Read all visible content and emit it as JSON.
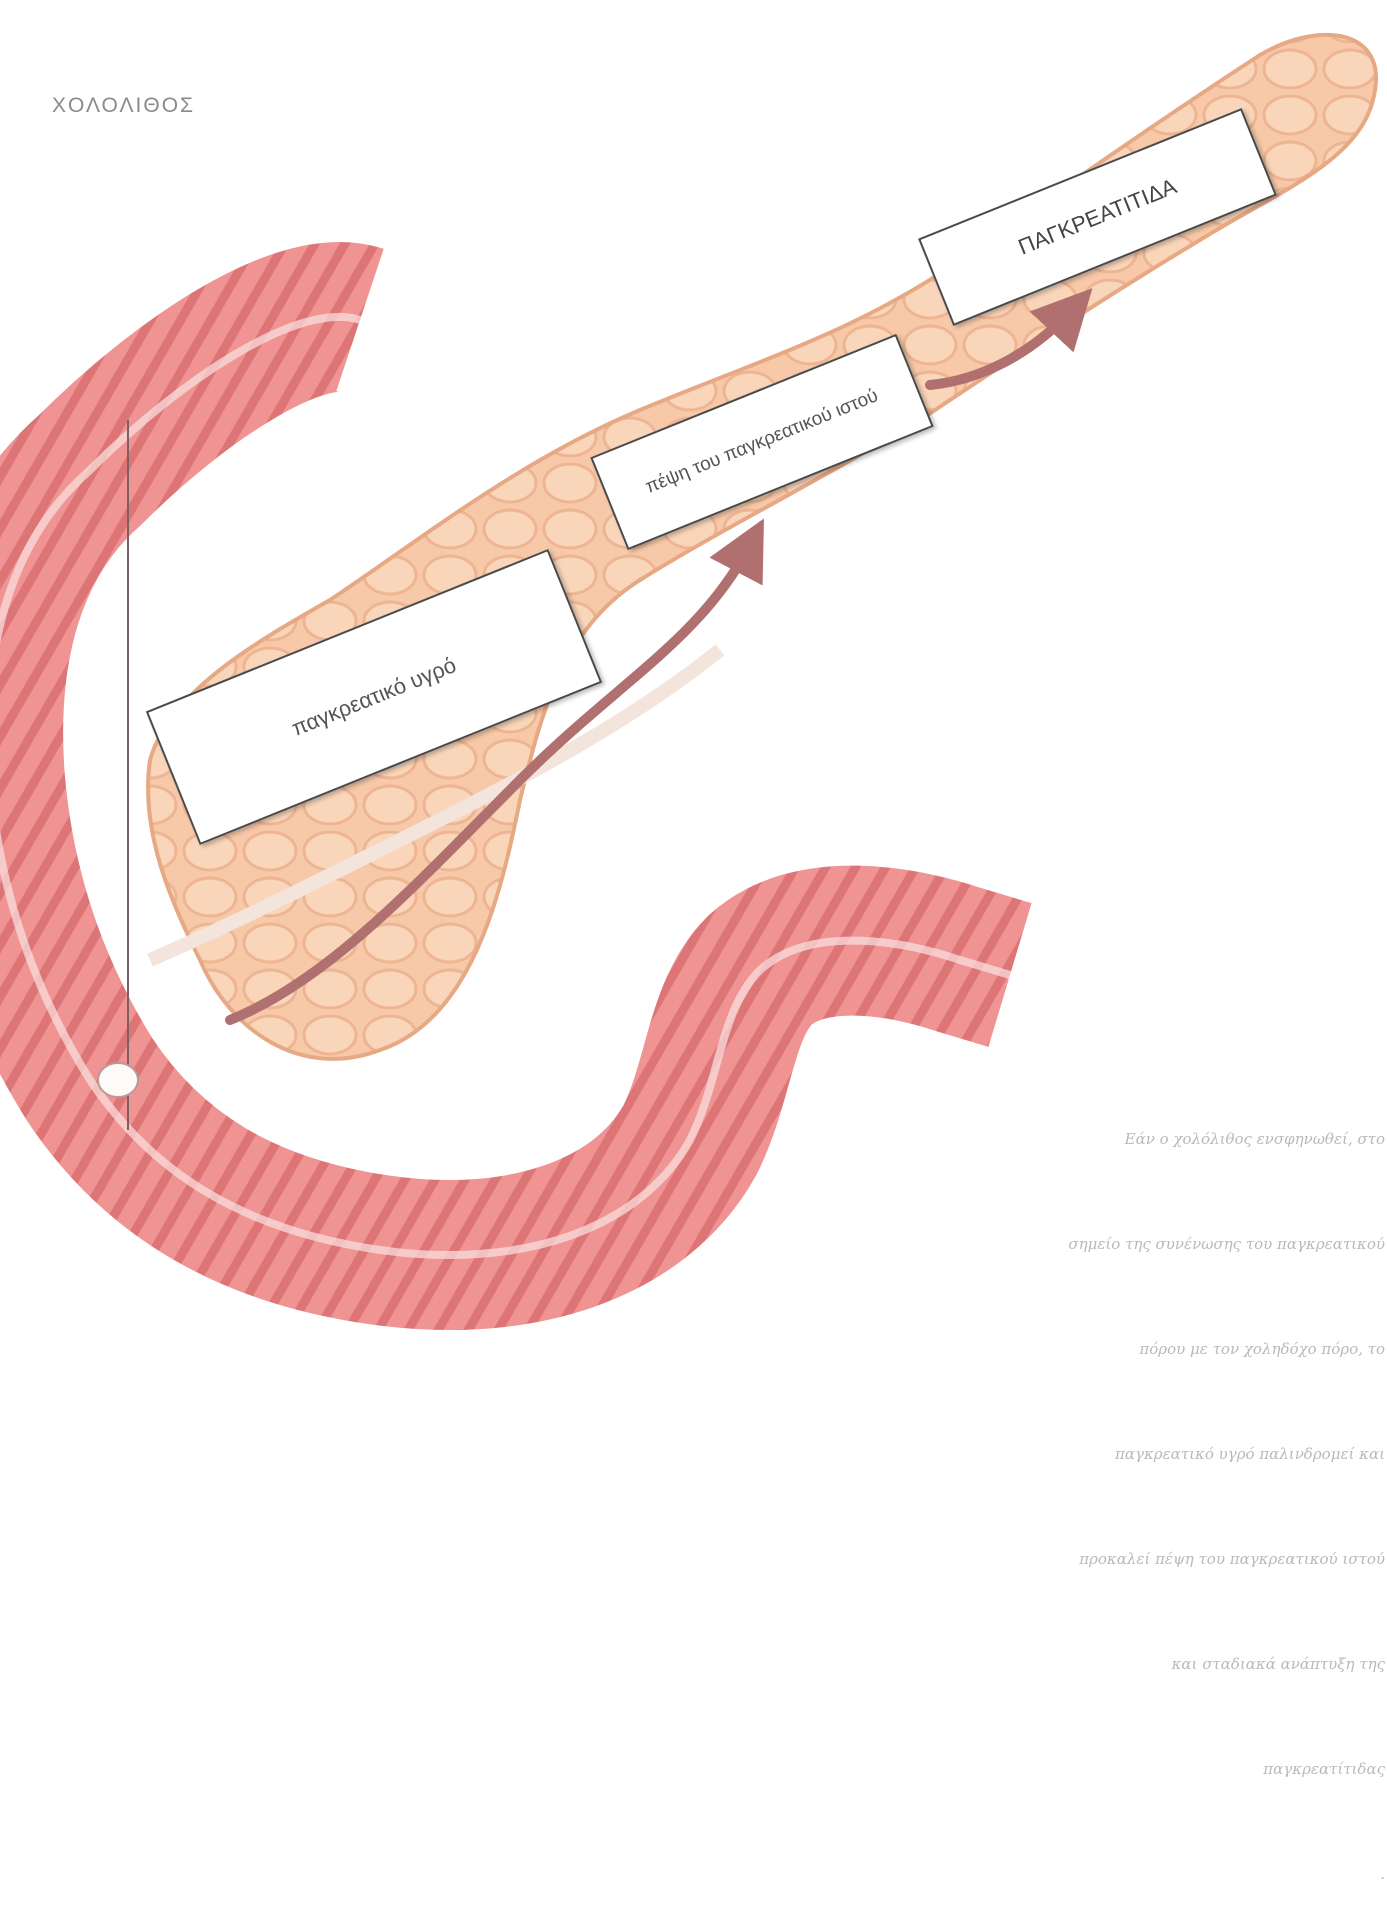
{
  "title": "ΧΟΛΟΛΙΘΟΣ",
  "labels": {
    "pancreatic_fluid": "παγκρεατικό υγρό",
    "tissue_digestion": "πέψη του παγκρεατικού ιστού",
    "pancreatitis": "ΠΑΓΚΡΕΑΤΙΤΙΔΑ"
  },
  "caption_lines": [
    "Εάν ο χολόλιθος ενσφηνωθεί, στο",
    "σημείο της συνένωσης του παγκρεατικού",
    "πόρου με τον χοληδόχο πόρο, το",
    "παγκρεατικό υγρό παλινδρομεί και",
    "προκαλεί πέψη του παγκρεατικού ιστού",
    "και σταδιακά ανάπτυξη της",
    "παγκρεατίτιδας",
    "."
  ],
  "colors": {
    "intestine": "#ee8f8f",
    "intestine_dark": "#d66a6c",
    "pancreas": "#f6c4a2",
    "arrow": "#b07070",
    "box_border": "#4a4a4a"
  },
  "icons": [
    "gallstone-icon",
    "arrow-icon"
  ]
}
